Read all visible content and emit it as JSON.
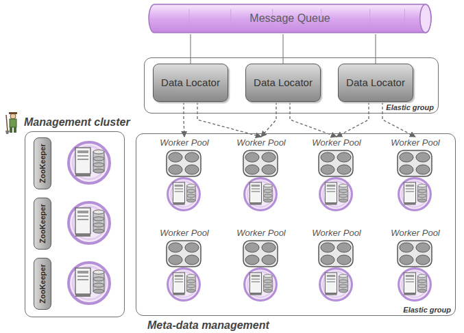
{
  "diagram": {
    "nodes": [
      {
        "text": [
          "Message Queue"
        ]
      },
      {
        "text": [
          "Elastic group"
        ]
      },
      {
        "text": [
          "Data Locator"
        ],
        "in": 1
      },
      {
        "text": [
          "Data Locator"
        ],
        "in": 1
      },
      {
        "text": [
          "Data Locator"
        ],
        "in": 1
      },
      {
        "text": [
          "Management cluster"
        ]
      },
      {
        "text": [
          "ZooKeeper"
        ],
        "in": 5
      },
      {
        "text": [
          "ZooKeeper"
        ],
        "in": 5
      },
      {
        "text": [
          "ZooKeeper"
        ],
        "in": 5
      },
      {
        "text": [
          "Meta-data management",
          "Elastic group"
        ]
      },
      {
        "text": [
          "Worker Pool"
        ],
        "in": 9
      },
      {
        "text": [
          "Worker Pool"
        ],
        "in": 9
      },
      {
        "text": [
          "Worker Pool"
        ],
        "in": 9
      },
      {
        "text": [
          "Worker Pool"
        ],
        "in": 9
      },
      {
        "text": [
          "Worker Pool"
        ],
        "in": 9
      },
      {
        "text": [
          "Worker Pool"
        ],
        "in": 9
      },
      {
        "text": [
          "Worker Pool"
        ],
        "in": 9
      },
      {
        "text": [
          "Worker Pool"
        ],
        "in": 9
      }
    ],
    "edges": [
      {
        "from": 0,
        "to": 2,
        "arrow": "none"
      },
      {
        "from": 0,
        "to": 3,
        "arrow": "none"
      },
      {
        "from": 0,
        "to": 4,
        "arrow": "none"
      },
      {
        "from": 2,
        "to": 10,
        "arrow": "to"
      },
      {
        "from": 2,
        "to": 11,
        "arrow": "to"
      },
      {
        "from": 3,
        "to": 11,
        "arrow": "to"
      },
      {
        "from": 3,
        "to": 12,
        "arrow": "to"
      },
      {
        "from": 4,
        "to": 12,
        "arrow": "to"
      },
      {
        "from": 4,
        "to": 13,
        "arrow": "to"
      }
    ]
  }
}
